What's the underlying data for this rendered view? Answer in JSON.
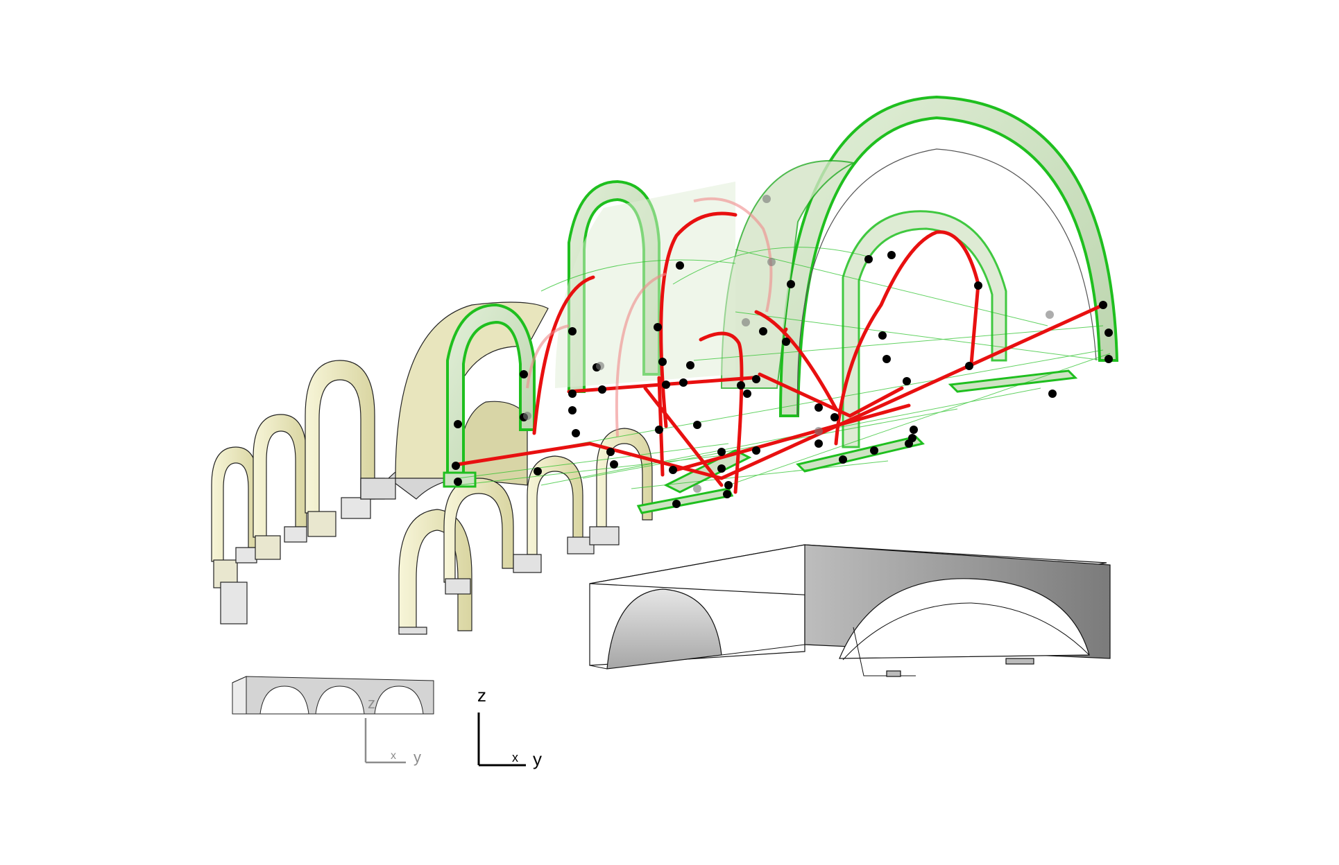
{
  "axes_main": {
    "z_label": "z",
    "x_label": "x",
    "y_label": "y",
    "color": "#000000"
  },
  "axes_small": {
    "z_label": "z",
    "x_label": "x",
    "y_label": "y",
    "color": "#8c8c8c"
  },
  "colors": {
    "background": "#ffffff",
    "arch_cream": "#f1efc9",
    "arch_cream_shadow": "#d9d6a4",
    "arch_green_fill": "#cfe3c4",
    "arch_green_edge": "#1fbf1f",
    "rib_red": "#e81010",
    "node_black": "#000000",
    "block_gray_light": "#dcdcdc",
    "block_gray_dark": "#8f8f8f",
    "outline": "#222222"
  }
}
